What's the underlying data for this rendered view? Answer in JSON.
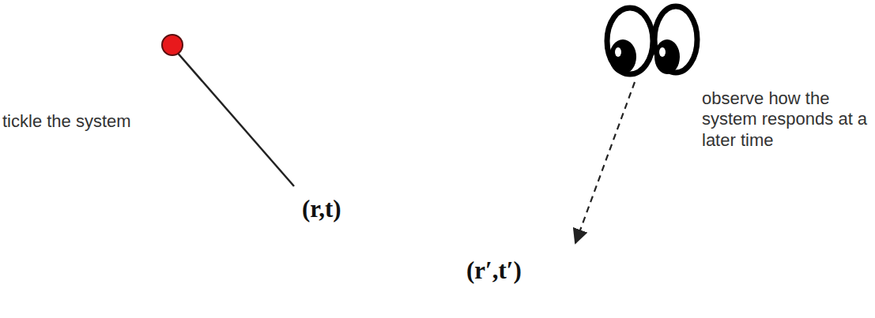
{
  "diagram": {
    "nodes": [
      {
        "text": [
          "(r,t)",
          "(r′,t′)"
        ]
      }
    ],
    "labels": [
      "tickle the system",
      "observe how the system responds at a later time"
    ]
  }
}
